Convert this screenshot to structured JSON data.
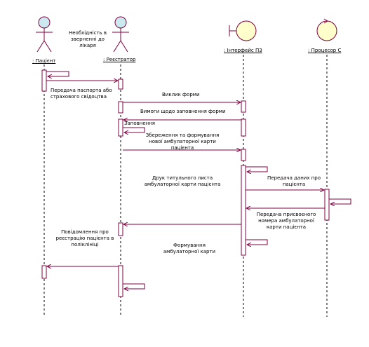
{
  "lifelines": [
    {
      "name": ": Пацієнт",
      "kind": "actor"
    },
    {
      "name": ": Реєстратор",
      "kind": "actor"
    },
    {
      "name": ": Інтерфейс ПЗ",
      "kind": "boundary"
    },
    {
      "name": ": Процесор С",
      "kind": "control"
    }
  ],
  "notes": {
    "actor_note": "Необхідність в зверненні до лікаря"
  },
  "messages": {
    "m1": "Передача паспорта або страхового свідоцтва",
    "m2": "Виклик форми",
    "m3": "Вимоги щодо заповнення форми",
    "m4": "Заповнення",
    "m5": "Збереження та формування нової амбулаторної карти пацієнта",
    "m6": "Друк титульного листа амбулаторної карти пацієнта",
    "m7": "Передача даних про пацієнта",
    "m8": "Передача присвоєного номера амбулаторної карти пацієнта",
    "m9": "Повідомлення про реєстрацію пацієнта в поліклініці",
    "m10": "Формування амбулаторної карти"
  },
  "colors": {
    "line": "#800040",
    "actor_fill": "#cde9f0",
    "boundary_fill": "#ffffcc",
    "activation_fill": "#ffffff"
  }
}
